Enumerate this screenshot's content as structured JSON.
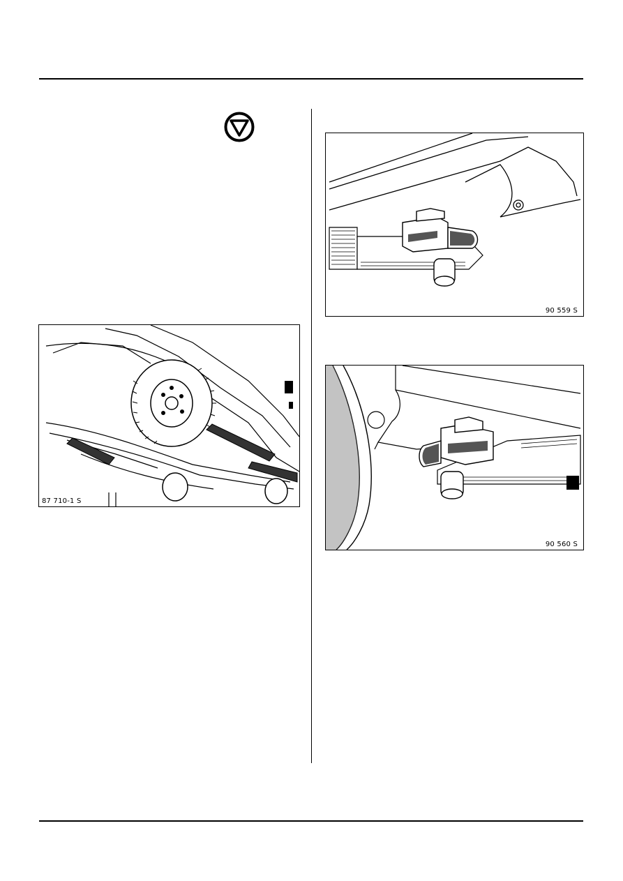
{
  "figures": {
    "lift_overview": {
      "code": "87 710-1 S"
    },
    "lift_pad_front": {
      "code": "90 559 S"
    },
    "lift_pad_rear": {
      "code": "90 560 S"
    }
  },
  "icons": {
    "warning": "triangle-in-circle-icon"
  }
}
